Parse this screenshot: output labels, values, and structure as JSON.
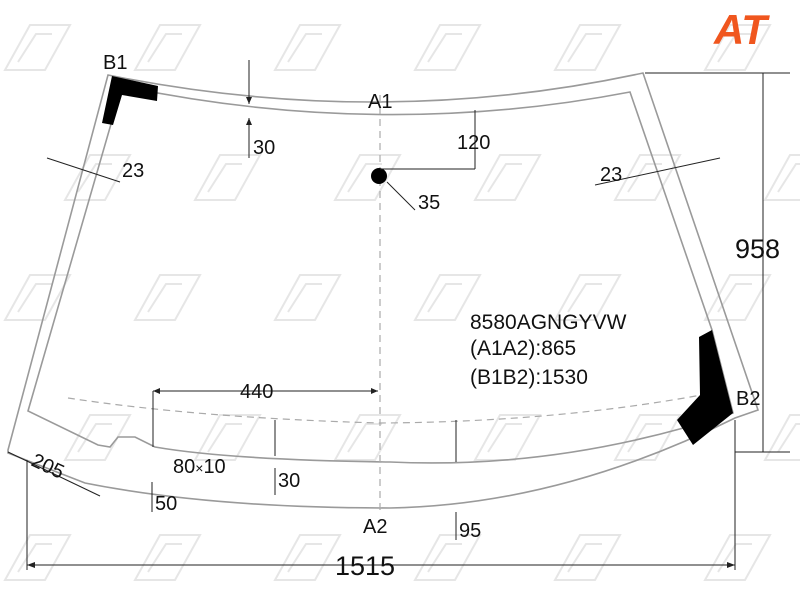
{
  "brand": {
    "logo_text": "AT",
    "logo_color": "#f0561e"
  },
  "part": {
    "code": "8580AGNGYVW",
    "height_a1a2": "(A1A2):865",
    "width_b1b2": "(B1B2):1530"
  },
  "points": {
    "a1": "A1",
    "a2": "A2",
    "b1": "B1",
    "b2": "B2"
  },
  "dimensions": {
    "overall_width": "1515",
    "overall_height": "958",
    "top_band": "30",
    "sensor_offset": "120",
    "sensor_size": "35",
    "side_left": "23",
    "side_right": "23",
    "notch_offset": "440",
    "notch_size_main": "80",
    "notch_size_sep": "×",
    "notch_size_second": "10",
    "bottom_band": "30",
    "notch_depth": "50",
    "corner": "205",
    "bottom_edge": "95"
  },
  "colors": {
    "glass_outline": "#9a9a9a",
    "dimension_line": "#222222",
    "marker": "#000000"
  }
}
